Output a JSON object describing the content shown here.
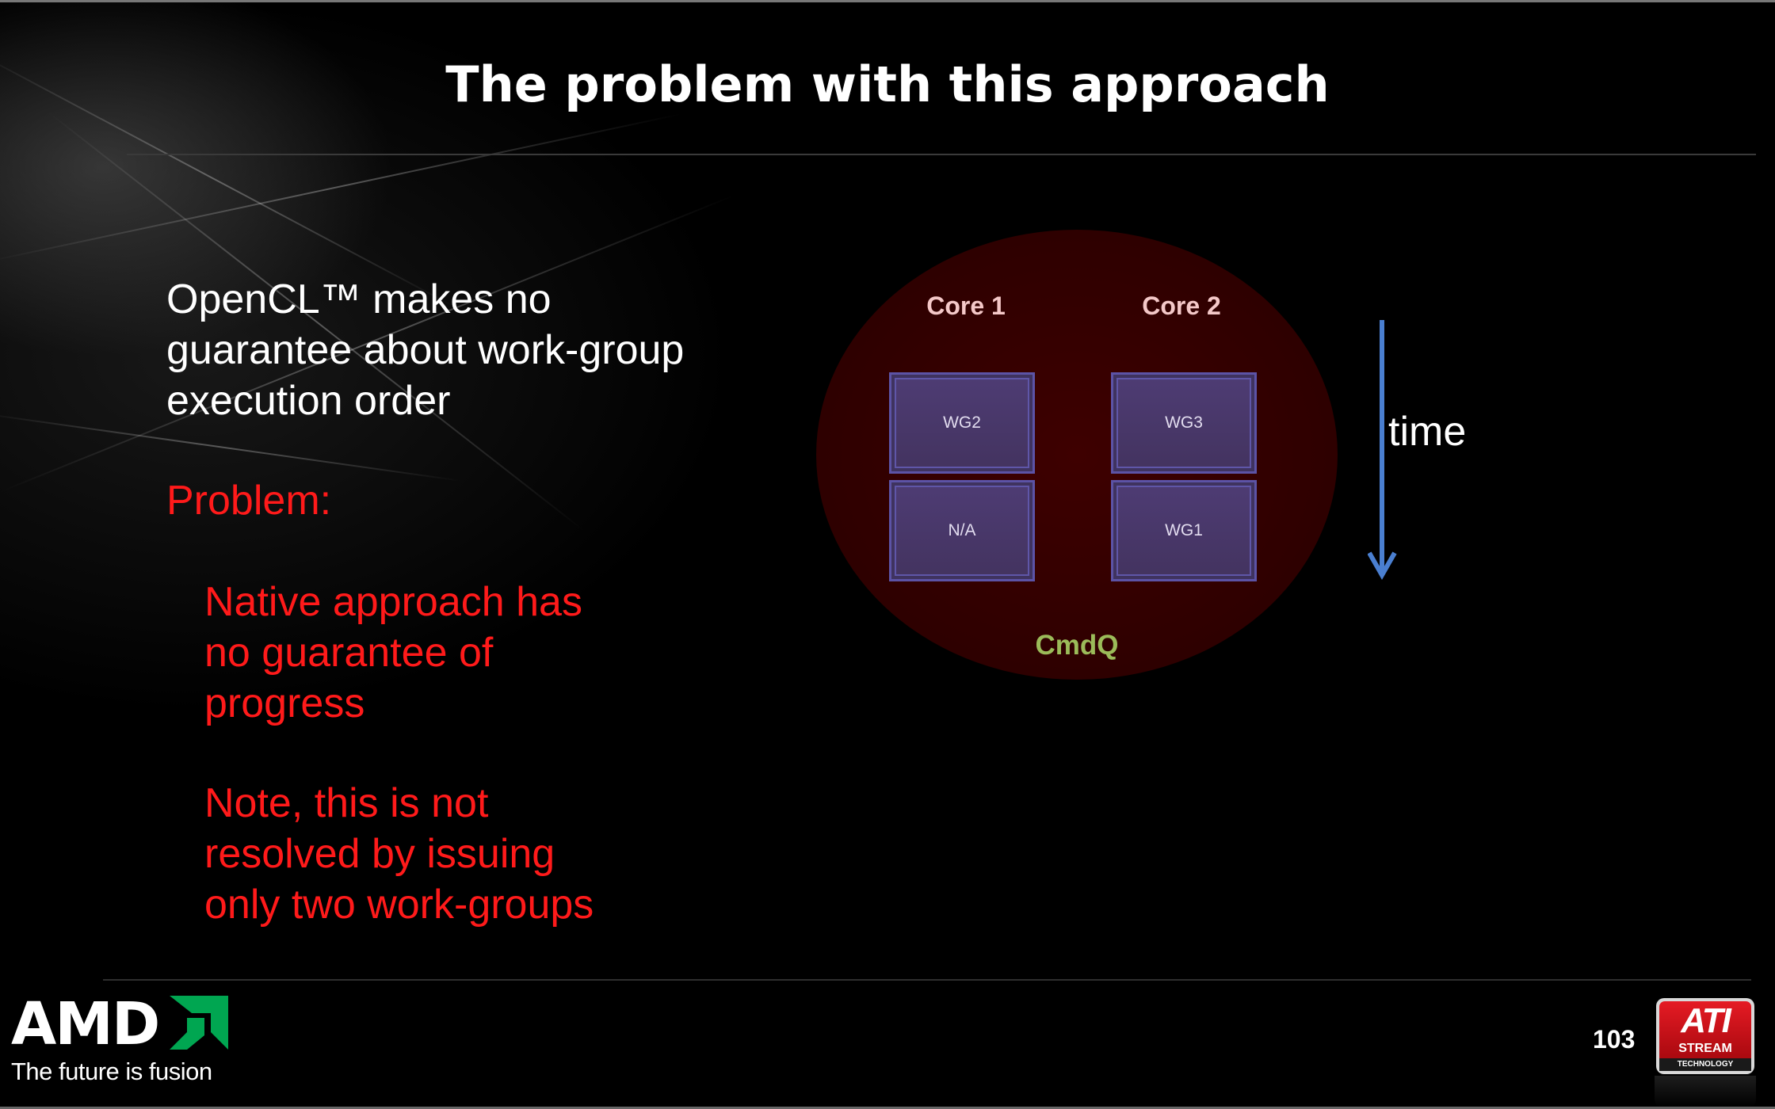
{
  "slide": {
    "title": "The problem with this approach",
    "page_number": "103"
  },
  "content": {
    "intro_line1": "OpenCL™ makes no",
    "intro_line2": "guarantee about work-group",
    "intro_line3": "execution order",
    "problem_heading": "Problem:",
    "point1_line1": "Native approach has",
    "point1_line2": "no guarantee of",
    "point1_line3": "progress",
    "point2_line1": "Note, this is not",
    "point2_line2": "resolved by issuing",
    "point2_line3": "only two work-groups"
  },
  "diagram": {
    "core1_label": "Core 1",
    "core2_label": "Core 2",
    "core1_top": "WG2",
    "core1_bottom": "N/A",
    "core2_top": "WG3",
    "core2_bottom": "WG1",
    "queue_label": "CmdQ",
    "time_label": "time",
    "colors": {
      "queue_fill": "#3a0000",
      "cell_fill": "#4a3a6c",
      "cell_border": "#5c53a6",
      "queue_label": "#9bbb59",
      "arrow": "#4a7fd0"
    }
  },
  "footer": {
    "brand": "AMD",
    "brand_icon": "amd-arrow-icon",
    "tagline": "The future is fusion",
    "badge_line1": "ATI",
    "badge_line2": "STREAM",
    "badge_line3": "TECHNOLOGY"
  }
}
